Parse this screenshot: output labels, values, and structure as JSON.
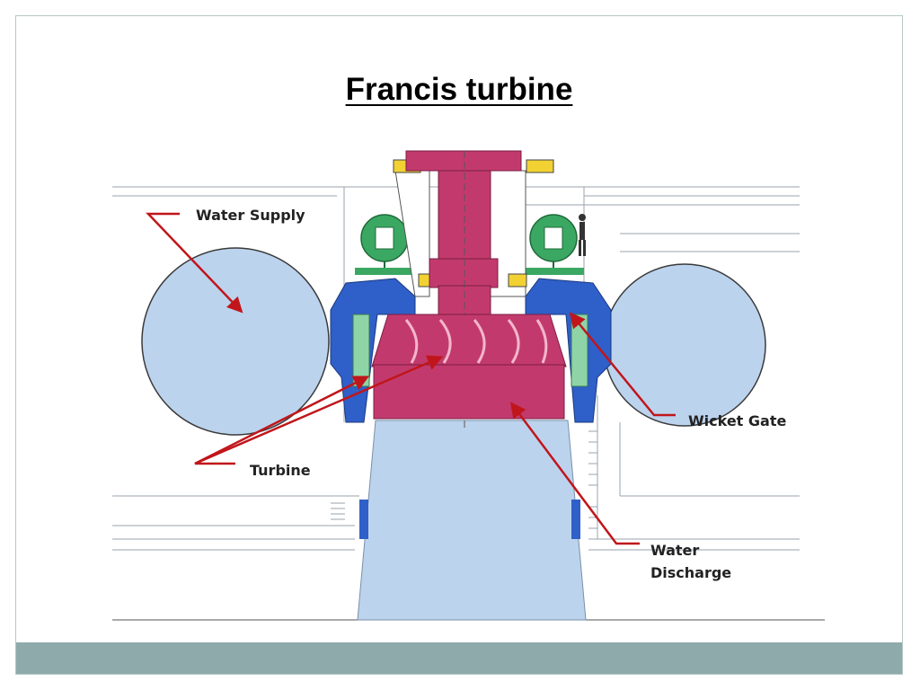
{
  "slide": {
    "title": "Francis turbine"
  },
  "labels": {
    "water_supply": "Water Supply",
    "turbine": "Turbine",
    "wicket_gate": "Wicket Gate",
    "water_discharge_line1": "Water",
    "water_discharge_line2": "Discharge"
  },
  "colors": {
    "volute": "#bcd3ee",
    "turbine_runner": "#c23a6d",
    "wicket_gate": "#2f5fc8",
    "guide_vanes": "#8fd4a6",
    "servo": "#3aa862",
    "bearing": "#f2d233",
    "arrow": "#c0161b",
    "footer": "#8eaaaa"
  }
}
